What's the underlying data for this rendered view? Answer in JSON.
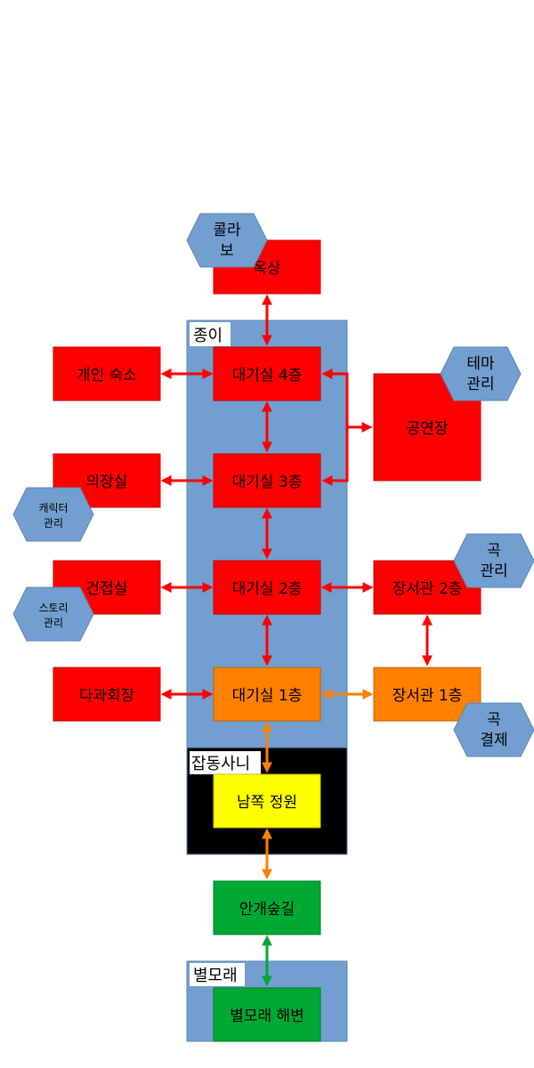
{
  "groups": {
    "paper": "종이",
    "misc": "잡동사니",
    "sand": "별모래"
  },
  "rooms": {
    "rooftop": "옥상",
    "dorm": "개인 숙소",
    "wait4": "대기실 4층",
    "concert": "공연장",
    "costume": "의장실",
    "wait3": "대기실 3층",
    "gunjeop": "건접실",
    "wait2": "대기실 2층",
    "library2": "장서관 2층",
    "tea": "다과회장",
    "wait1": "대기실 1층",
    "library1": "장서관 1층",
    "garden": "남쪽 정원",
    "forest": "안개숲길",
    "beach": "별모래 해변"
  },
  "badges": {
    "collab": [
      "콜라",
      "보"
    ],
    "theme": [
      "테마",
      "관리"
    ],
    "character": [
      "캐릭터",
      "관리"
    ],
    "song_manage": [
      "곡",
      "관리"
    ],
    "story": [
      "스토리",
      "관리"
    ],
    "song_pay": [
      "곡",
      "결제"
    ]
  },
  "colors": {
    "group_blue": "#729fcf",
    "red": "#ff0000",
    "orange": "#ff8000",
    "yellow": "#ffff00",
    "green": "#00a933",
    "black": "#000000",
    "arrow_red": "#ff0000",
    "arrow_orange": "#ff8000",
    "arrow_green": "#00a933"
  }
}
